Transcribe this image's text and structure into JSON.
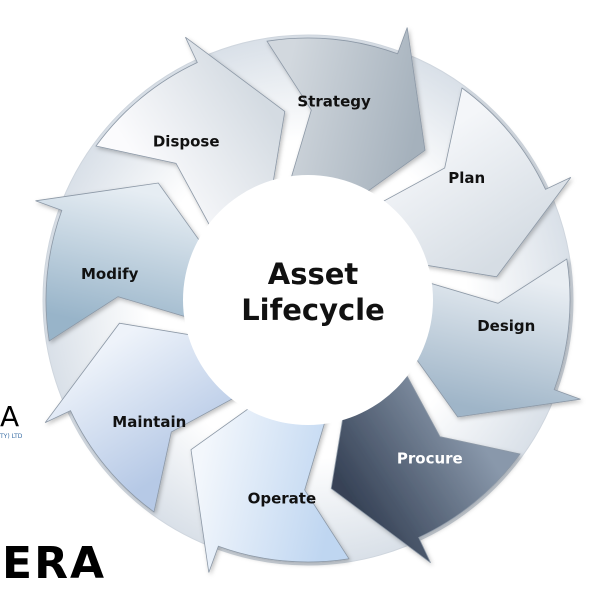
{
  "diagram": {
    "center_title": [
      "Asset",
      "Lifecycle"
    ],
    "stages": [
      {
        "name": "Strategy",
        "fill_start": "#d2d8de",
        "fill_end": "#a5b1bc",
        "text": "#111111"
      },
      {
        "name": "Plan",
        "fill_start": "#f4f6f9",
        "fill_end": "#d6dde4",
        "text": "#111111"
      },
      {
        "name": "Design",
        "fill_start": "#e9eef3",
        "fill_end": "#9fb5c8",
        "text": "#111111"
      },
      {
        "name": "Procure",
        "fill_start": "#8998ab",
        "fill_end": "#374357",
        "text": "#ffffff"
      },
      {
        "name": "Operate",
        "fill_start": "#bfd6f1",
        "fill_end": "#f3f7fc",
        "text": "#111111"
      },
      {
        "name": "Maintain",
        "fill_start": "#b6c9e6",
        "fill_end": "#eef3fa",
        "text": "#111111"
      },
      {
        "name": "Modify",
        "fill_start": "#98b4c9",
        "fill_end": "#e6edf3",
        "text": "#111111"
      },
      {
        "name": "Dispose",
        "fill_start": "#fbfbfd",
        "fill_end": "#d4dbe2",
        "text": "#111111"
      }
    ],
    "ring_color": "#dde3ea"
  },
  "logos": {
    "fragment_a": "A",
    "fragment_a_sub": "TY) LTD",
    "fragment_tera": "TERA"
  }
}
